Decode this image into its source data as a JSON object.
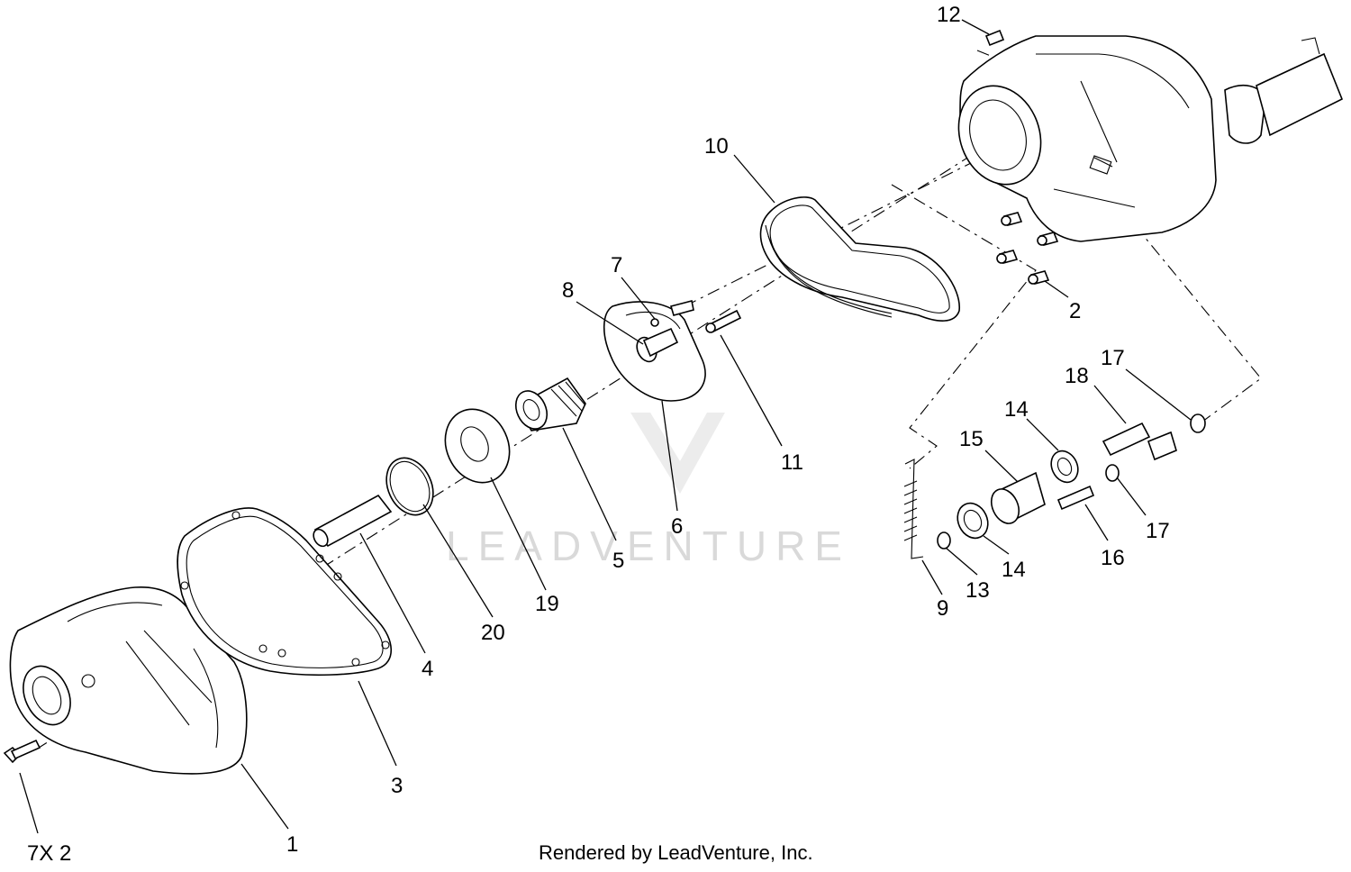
{
  "callouts": [
    {
      "id": "1",
      "label": "1"
    },
    {
      "id": "2",
      "label": "2"
    },
    {
      "id": "3",
      "label": "3"
    },
    {
      "id": "4",
      "label": "4"
    },
    {
      "id": "5",
      "label": "5"
    },
    {
      "id": "6",
      "label": "6"
    },
    {
      "id": "7",
      "label": "7"
    },
    {
      "id": "8",
      "label": "8"
    },
    {
      "id": "9",
      "label": "9"
    },
    {
      "id": "10",
      "label": "10"
    },
    {
      "id": "11",
      "label": "11"
    },
    {
      "id": "12",
      "label": "12"
    },
    {
      "id": "13",
      "label": "13"
    },
    {
      "id": "14a",
      "label": "14"
    },
    {
      "id": "14b",
      "label": "14"
    },
    {
      "id": "15",
      "label": "15"
    },
    {
      "id": "16",
      "label": "16"
    },
    {
      "id": "17a",
      "label": "17"
    },
    {
      "id": "17b",
      "label": "17"
    },
    {
      "id": "18",
      "label": "18"
    },
    {
      "id": "19",
      "label": "19"
    },
    {
      "id": "20",
      "label": "20"
    }
  ],
  "quantity_note": "7X 2",
  "credit": "Rendered by LeadVenture, Inc.",
  "watermark": "LEADVENTURE",
  "colors": {
    "line": "#000000",
    "watermark": "#d9d9d9",
    "background": "#ffffff"
  }
}
